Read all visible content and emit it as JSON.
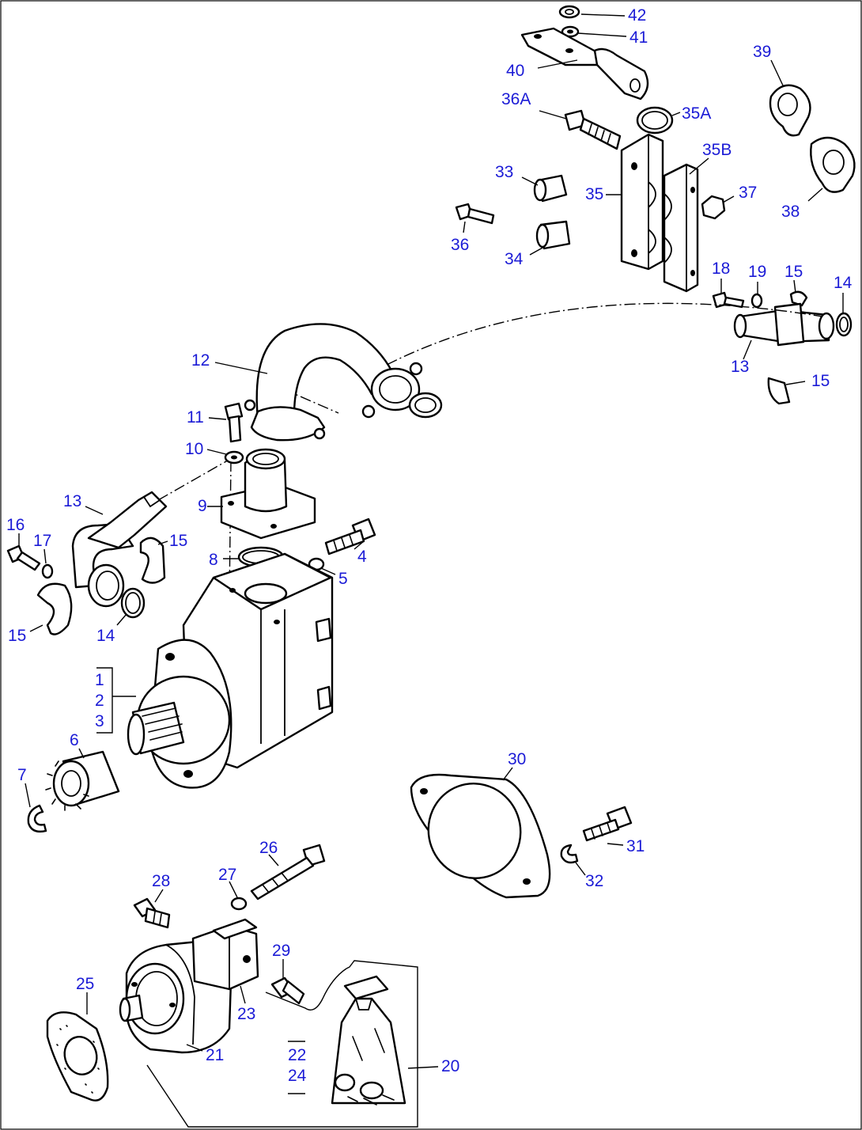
{
  "diagram": {
    "labels": {
      "l42": "42",
      "l41": "41",
      "l40": "40",
      "l39": "39",
      "l36A": "36A",
      "l35A": "35A",
      "l35B": "35B",
      "l33": "33",
      "l35": "35",
      "l37": "37",
      "l38": "38",
      "l36": "36",
      "l34": "34",
      "l18": "18",
      "l19": "19",
      "l15a": "15",
      "l14a": "14",
      "l13a": "13",
      "l15b": "15",
      "l12": "12",
      "l11": "11",
      "l10": "10",
      "l9": "9",
      "l13b": "13",
      "l16": "16",
      "l17": "17",
      "l15c": "15",
      "l4": "4",
      "l8": "8",
      "l5": "5",
      "l15d": "15",
      "l14b": "14",
      "l1": "1",
      "l2": "2",
      "l3": "3",
      "l6": "6",
      "l7": "7",
      "l30": "30",
      "l31": "31",
      "l32": "32",
      "l26": "26",
      "l27": "27",
      "l28": "28",
      "l29": "29",
      "l25": "25",
      "l23": "23",
      "l21": "21",
      "l22": "22",
      "l24": "24",
      "l20": "20"
    },
    "colors": {
      "label": "#1b1bd6",
      "line": "#000000",
      "background": "#ffffff"
    }
  }
}
